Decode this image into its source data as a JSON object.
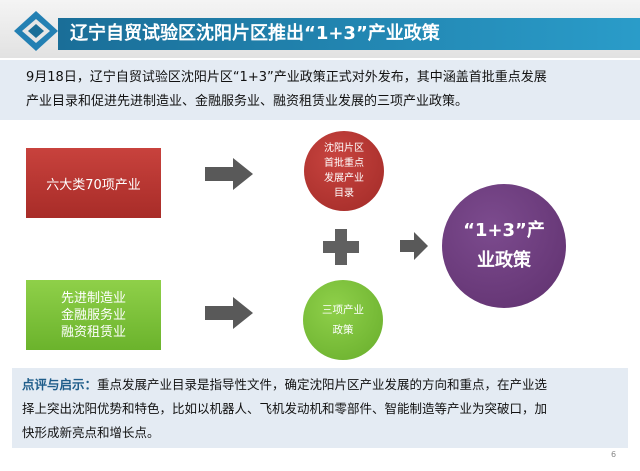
{
  "header": {
    "title": "辽宁自贸试验区沈阳片区推出“1+3”产业政策"
  },
  "intro": {
    "lines": [
      "9月18日，辽宁自贸试验区沈阳片区“1+3”产业政策正式对外发布，其中涵盖首批重点发展",
      "产业目录和促进先进制造业、金融服务业、融资租赁业发展的三项产业政策。"
    ]
  },
  "diagram": {
    "box_top": "六大类70项产业",
    "box_bottom": [
      "先进制造业",
      "金融服务业",
      "融资租赁业"
    ],
    "circle_top": [
      "沈阳片区",
      "首批重点",
      "发展产业",
      "目录"
    ],
    "circle_bottom": [
      "三项产业",
      "政策"
    ],
    "circle_result": [
      "“1+3”产",
      "业政策"
    ],
    "colors": {
      "red": "#b8332f",
      "green": "#7cc23a",
      "purple": "#6a3a7a",
      "arrow": "#595959",
      "plus": "#606060"
    }
  },
  "comment": {
    "label": "点评与启示：",
    "lines": [
      "重点发展产业目录是指导性文件，确定沈阳片区产业发展的方向和重点，在产业选",
      "择上突出沈阳优势和特色，比如以机器人、飞机发动机和零部件、智能制造等产业为突破口，加",
      "快形成新亮点和增长点。"
    ]
  },
  "page_number": "6"
}
